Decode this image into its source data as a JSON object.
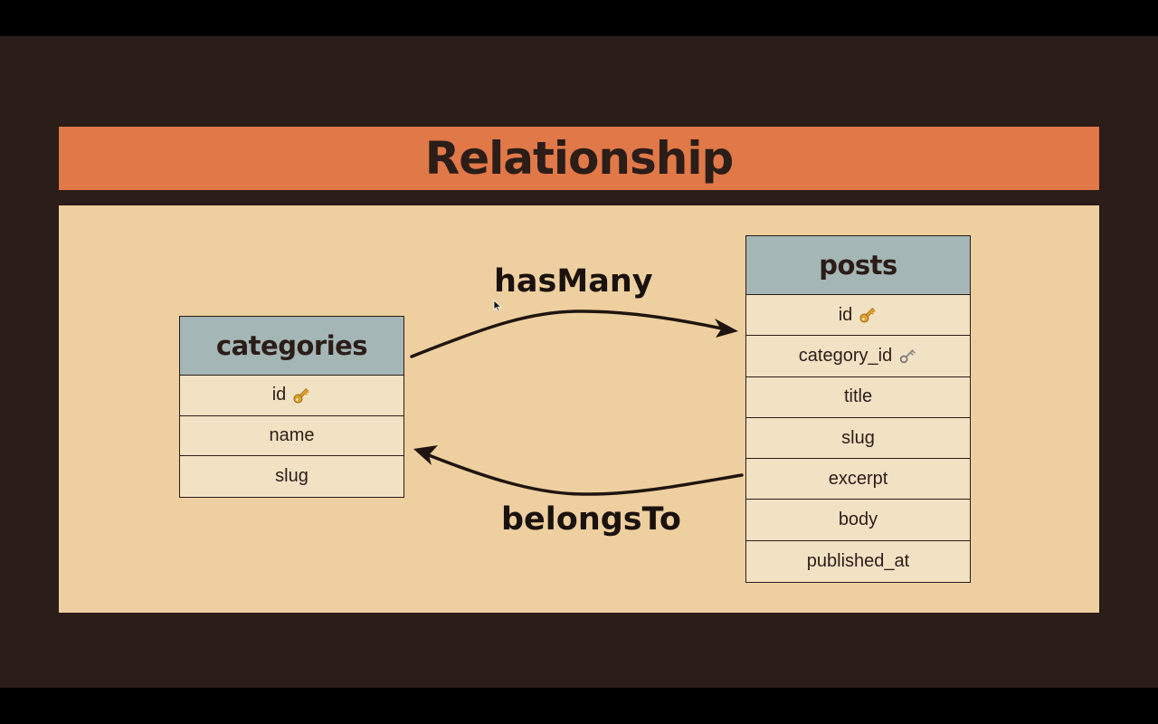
{
  "slide": {
    "title": "Relationship"
  },
  "tables": {
    "categories": {
      "name": "categories",
      "columns": [
        {
          "label": "id",
          "key": "primary"
        },
        {
          "label": "name",
          "key": "none"
        },
        {
          "label": "slug",
          "key": "none"
        }
      ]
    },
    "posts": {
      "name": "posts",
      "columns": [
        {
          "label": "id",
          "key": "primary"
        },
        {
          "label": "category_id",
          "key": "foreign"
        },
        {
          "label": "title",
          "key": "none"
        },
        {
          "label": "slug",
          "key": "none"
        },
        {
          "label": "excerpt",
          "key": "none"
        },
        {
          "label": "body",
          "key": "none"
        },
        {
          "label": "published_at",
          "key": "none"
        }
      ]
    }
  },
  "relations": {
    "has_many": "hasMany",
    "belongs_to": "belongsTo"
  },
  "colors": {
    "title_bar": "#e07848",
    "panel": "#eecf9f",
    "table_header": "#a5b6b6",
    "table_row": "#f2e2c4",
    "ink": "#2b1d18",
    "primary_key": "#e0a030",
    "foreign_key": "#8a8a8a"
  }
}
